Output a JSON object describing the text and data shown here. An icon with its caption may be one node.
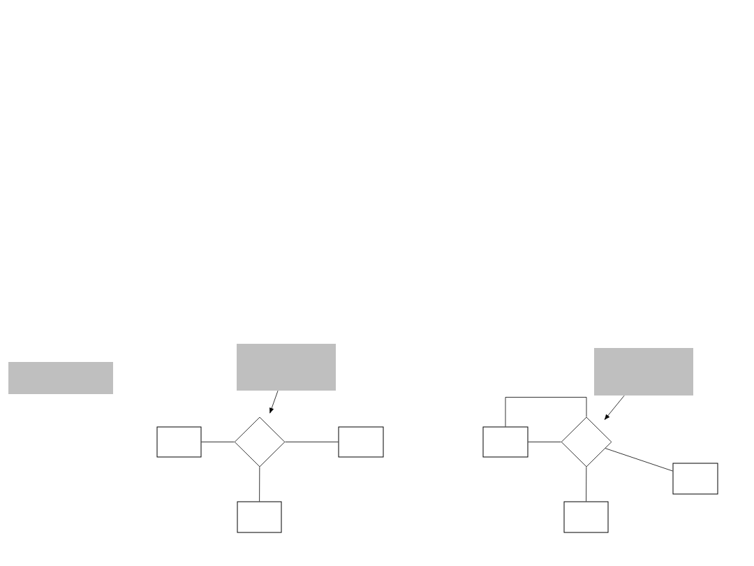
{
  "diagram": {
    "nodes": [
      {
        "text": [],
        "shape": "box"
      },
      {
        "text": [],
        "shape": "box"
      },
      {
        "text": [],
        "shape": "box"
      },
      {
        "text": [],
        "shape": "box"
      },
      {
        "text": [],
        "shape": "diamond"
      },
      {
        "text": [],
        "shape": "box"
      },
      {
        "text": [],
        "shape": "box"
      },
      {
        "text": [],
        "shape": "diamond"
      },
      {
        "text": [],
        "shape": "box"
      },
      {
        "text": [],
        "shape": "box"
      },
      {
        "text": [],
        "shape": "box"
      }
    ],
    "edges": [
      {
        "from": 1,
        "to": 4,
        "arrow": "to"
      },
      {
        "from": 3,
        "to": 4,
        "arrow": "none"
      },
      {
        "from": 4,
        "to": 5,
        "arrow": "none"
      },
      {
        "from": 4,
        "to": 9,
        "arrow": "none"
      },
      {
        "from": 2,
        "to": 7,
        "arrow": "to"
      },
      {
        "from": 6,
        "to": 7,
        "arrow": "none"
      },
      {
        "from": 6,
        "to": 7,
        "arrow": "none"
      },
      {
        "from": 7,
        "to": 8,
        "arrow": "none"
      },
      {
        "from": 7,
        "to": 10,
        "arrow": "none"
      }
    ]
  }
}
